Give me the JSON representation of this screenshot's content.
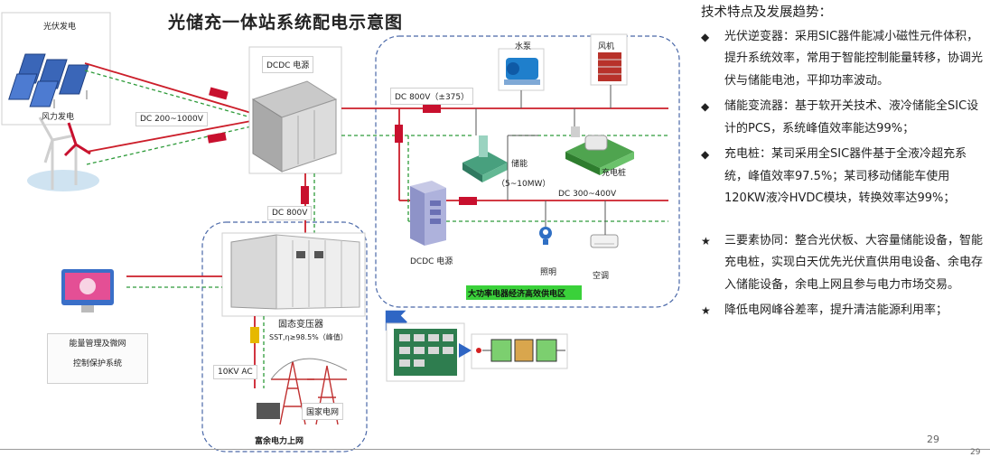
{
  "title": "光储充一体站系统配电示意图",
  "labels": {
    "pv": "光伏发电",
    "wind": "风力发电",
    "dcdc_top": "DCDC 电源",
    "dc_200_1000": "DC 200~1000V",
    "dc_800_pm": "DC 800V（±375）",
    "water_pump": "水泵",
    "fan": "风机",
    "storage": "储能",
    "storage_cap": "（5~10MW）",
    "charger": "充电桩",
    "dc_300_400": "DC 300~400V",
    "dc_800": "DC 800V",
    "dcdc_mid": "DCDC 电源",
    "lighting": "照明",
    "ac": "空调",
    "high_power_zone": "大功率电器经济高效供电区",
    "sst": "固态变压器",
    "sst_eff": "SST,η≥98.5%（峰值）",
    "ac_10kv": "10KV AC",
    "grid": "国家电网",
    "surplus": "富余电力上网",
    "ems": [
      "能量管理及微网",
      "控制保护系统"
    ]
  },
  "right_panel": {
    "heading": "技术特点及发展趋势：",
    "items": [
      {
        "bullet": "◆",
        "text": "光伏逆变器：采用SIC器件能减小磁性元件体积，提升系统效率，常用于智能控制能量转移，协调光伏与储能电池，平抑功率波动。"
      },
      {
        "bullet": "◆",
        "text": "储能变流器：基于软开关技术、液冷储能全SIC设计的PCS，系统峰值效率能达99%；"
      },
      {
        "bullet": "◆",
        "text": "充电桩：某司采用全SIC器件基于全液冷超充系统，峰值效率97.5%；某司移动储能车使用120KW液冷HVDC模块，转换效率达99%；"
      }
    ],
    "items2": [
      {
        "bullet": "★",
        "text": "三要素协同：整合光伏板、大容量储能设备，智能充电桩，实现白天优先光伏直供用电设备、余电存入储能设备，余电上网且参与电力市场交易。"
      },
      {
        "bullet": "★",
        "text": "降低电网峰谷差率，提升清洁能源利用率；"
      }
    ]
  },
  "page_number": "29",
  "page_number_2": "29",
  "colors": {
    "power_line": "#cc1e2a",
    "dashed_line": "#2e9b3a",
    "zone_border": "#4a68a8",
    "converter": "#c8102e",
    "transformer_fuse": "#e6b800"
  }
}
